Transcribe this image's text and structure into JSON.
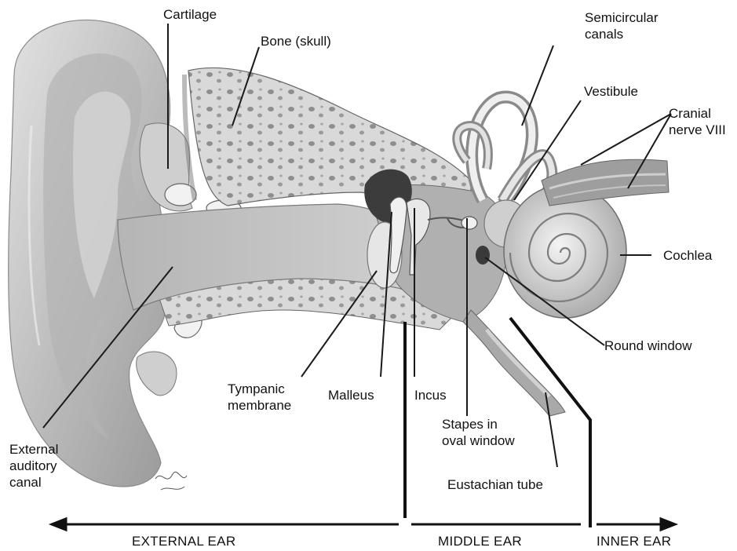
{
  "labels": {
    "cartilage": "Cartilage",
    "bone": "Bone (skull)",
    "semicircular": "Semicircular\ncanals",
    "vestibule": "Vestibule",
    "cranial": "Cranial\nnerve VIII",
    "cochlea": "Cochlea",
    "round_window": "Round window",
    "tympanic": "Tympanic\nmembrane",
    "malleus": "Malleus",
    "incus": "Incus",
    "stapes": "Stapes in\noval window",
    "eustachian": "Eustachian tube",
    "external_canal": "External\nauditory\ncanal"
  },
  "sections": {
    "external": "EXTERNAL EAR",
    "middle": "MIDDLE EAR",
    "inner": "INNER EAR"
  },
  "colors": {
    "skin": "#c9c9c9",
    "skin_dark": "#9c9c9c",
    "bone": "#d8d8d8",
    "ossicle": "#ececec",
    "line": "#1a1a1a"
  }
}
